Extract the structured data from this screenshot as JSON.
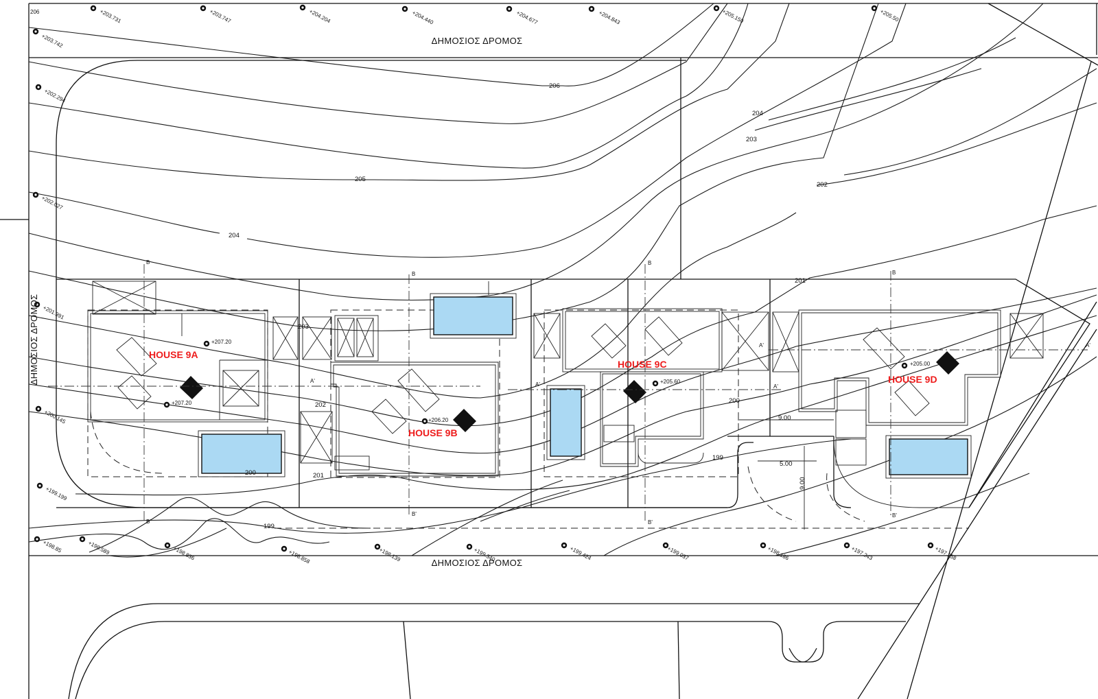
{
  "roads": {
    "north": "ΔΗΜΟΣΙΟΣ ΔΡΟΜΟΣ",
    "south": "ΔΗΜΟΣΙΟΣ ΔΡΟΜΟΣ",
    "west": "ΔΗΜΟΣΙΟΣ ΔΡΟΜΟΣ"
  },
  "houses": [
    {
      "label": "HOUSE 9A",
      "elevation": "+207.20",
      "elevation2": "+207.20"
    },
    {
      "label": "HOUSE 9B",
      "elevation": "+206.20"
    },
    {
      "label": "HOUSE 9C",
      "elevation": "+205.60"
    },
    {
      "label": "HOUSE 9D",
      "elevation": "+205.00"
    }
  ],
  "contour_labels": [
    "206",
    "205",
    "204",
    "204",
    "203",
    "202",
    "201",
    "203",
    "202",
    "201",
    "200",
    "200",
    "199",
    "199"
  ],
  "dimensions": [
    "9.00",
    "5.00",
    "9.00"
  ],
  "corner_label": "206",
  "section_marks": [
    "B",
    "B",
    "B",
    "B",
    "B'",
    "B'",
    "B'",
    "B'",
    "A'",
    "A'",
    "A'",
    "A'",
    "A'"
  ],
  "spot_levels_top": [
    "+203.731",
    "+203.747",
    "+204.204",
    "+204.440",
    "+204.677",
    "+204.843",
    "+205.150",
    "+205.50"
  ],
  "spot_levels_bottom": [
    "+198.85",
    "+198.589",
    "+198.836",
    "+198.858",
    "+199.037",
    "+199.340",
    "+199.424",
    "+198.139",
    "+198.186",
    "+197.243",
    "+197.258"
  ],
  "spot_levels_left": [
    "+203.742",
    "+202.294",
    "+202.027",
    "+201.991",
    "+200.145",
    "+199.199"
  ]
}
